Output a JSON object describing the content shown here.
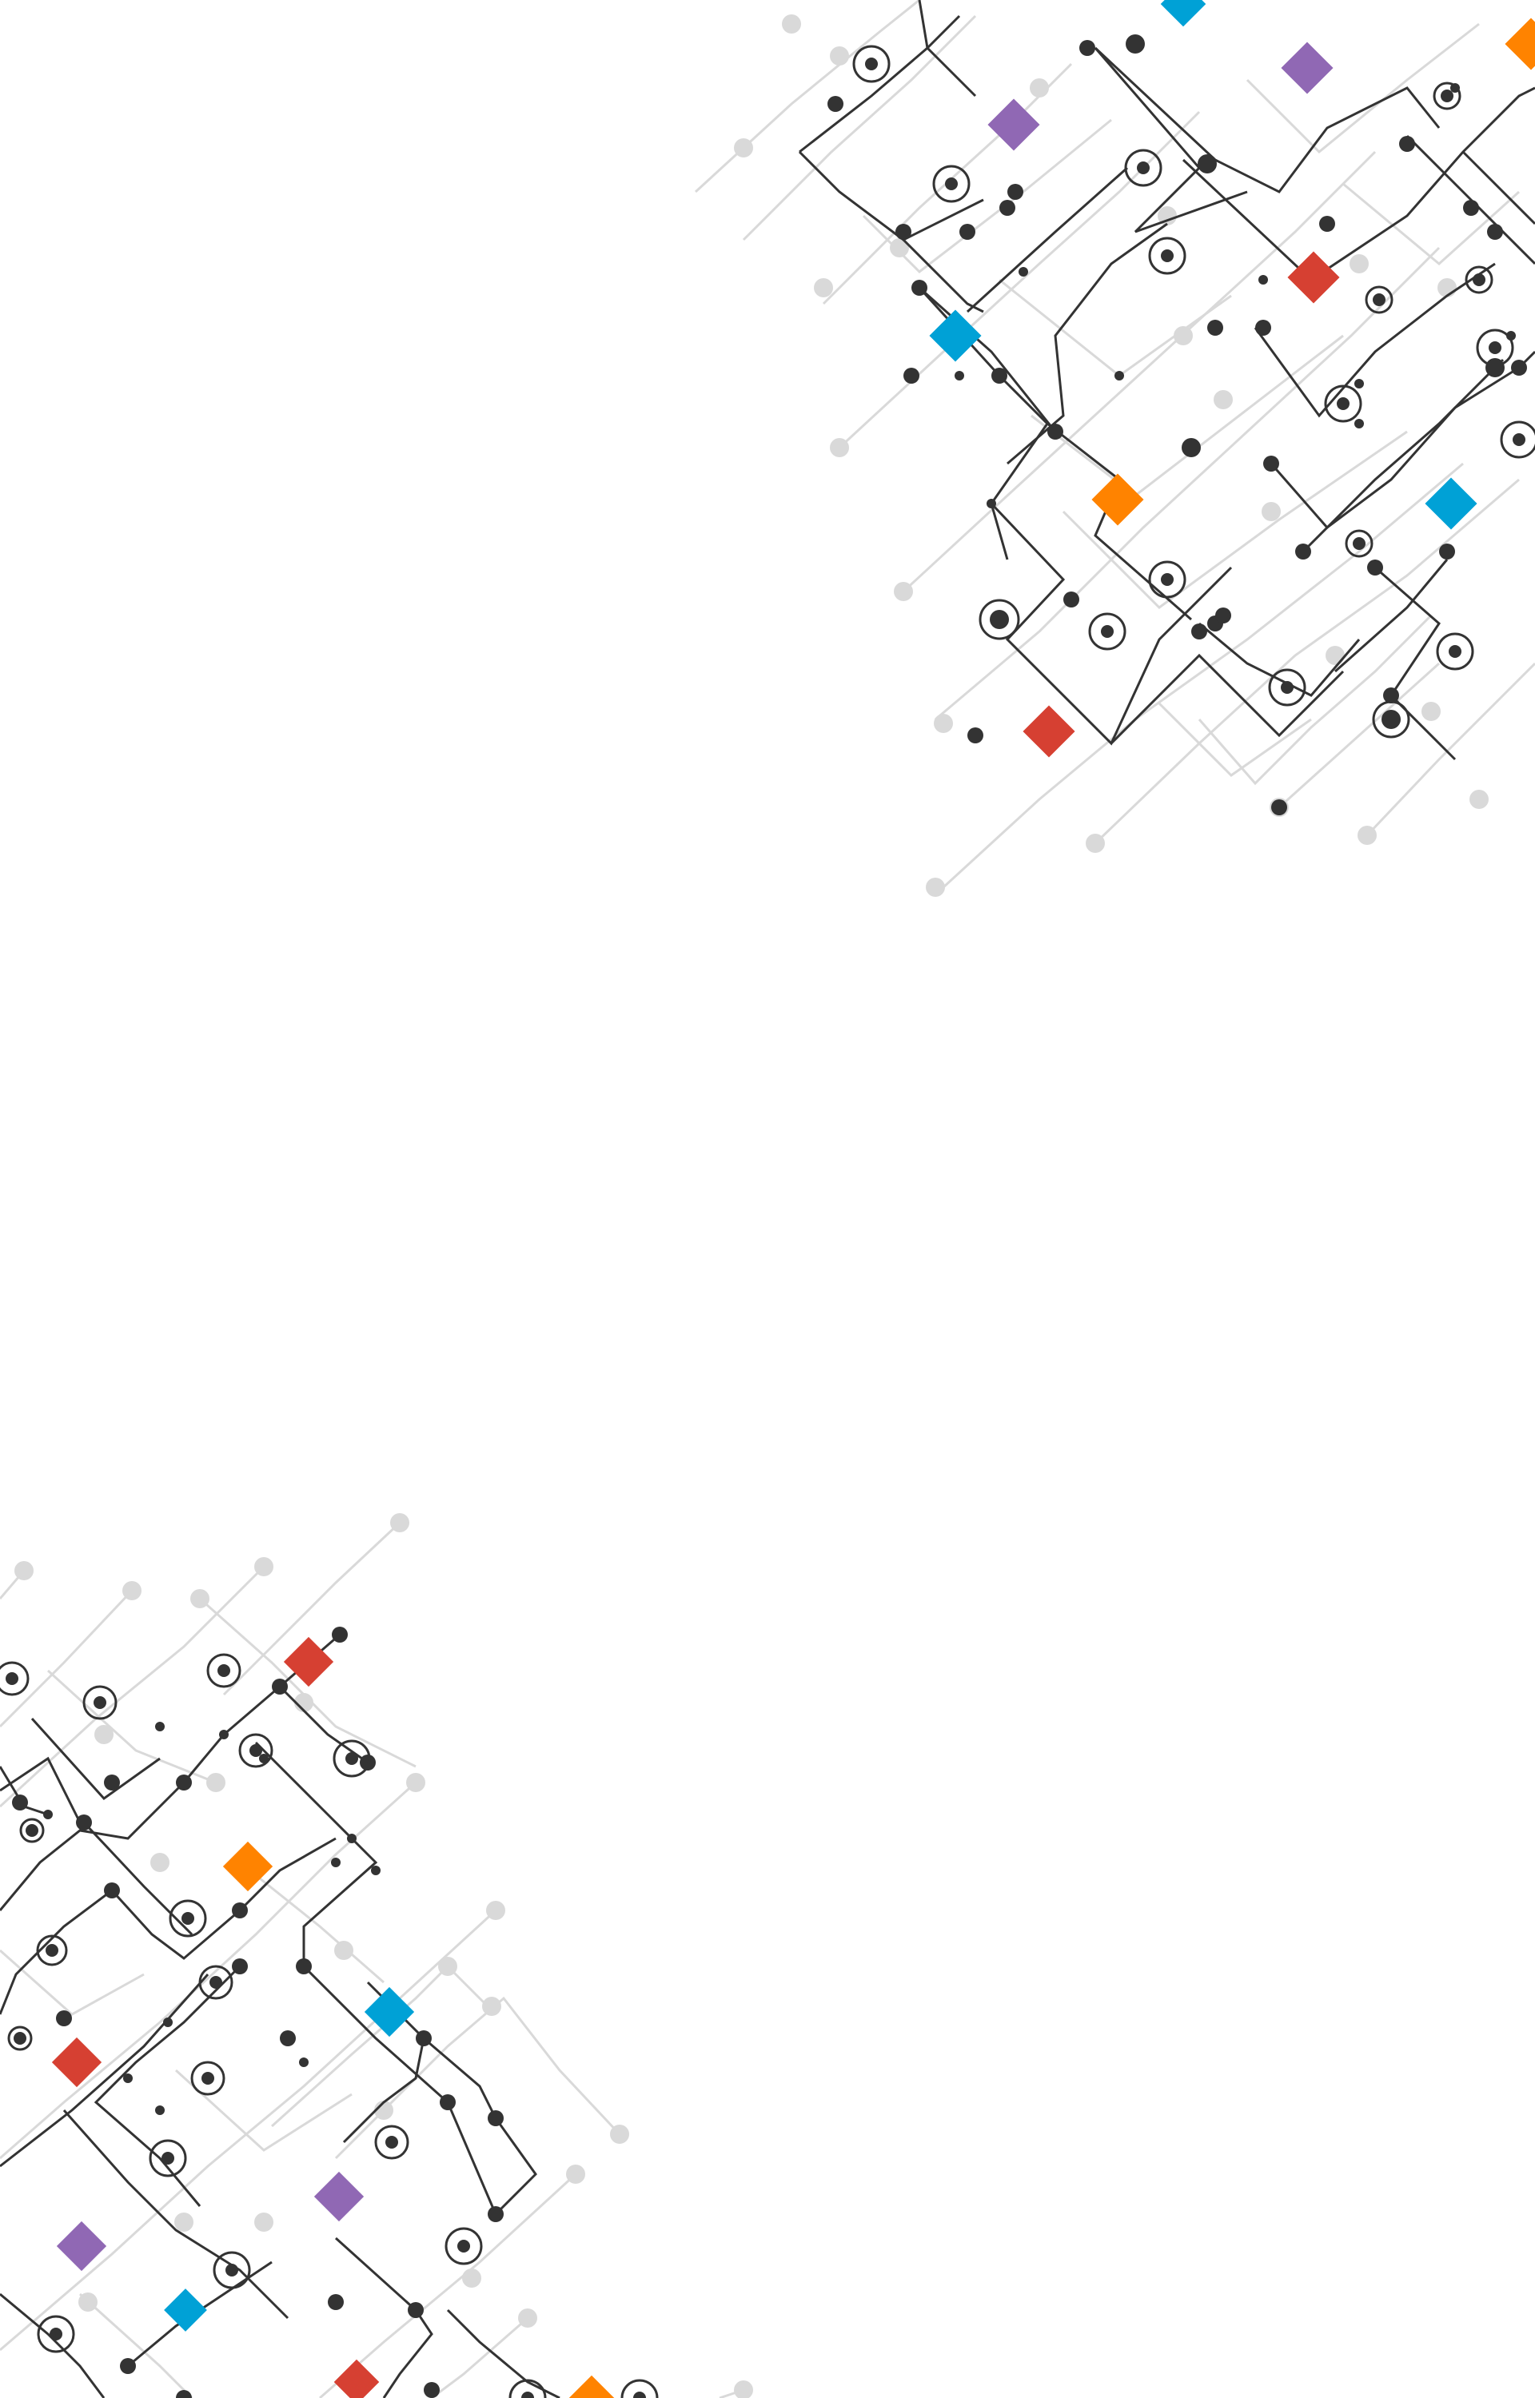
{
  "background": "#ffffff",
  "palette": {
    "dark": "#333333",
    "light": "#d9d9d9",
    "red": "#d64032",
    "orange": "#ff8300",
    "blue": "#00a1d6",
    "purple": "#9068b4"
  },
  "decorations": [
    {
      "name": "circuit-pattern-top-right",
      "icon": "circuit-board-pattern"
    },
    {
      "name": "circuit-pattern-bottom-left",
      "icon": "circuit-board-pattern"
    }
  ]
}
